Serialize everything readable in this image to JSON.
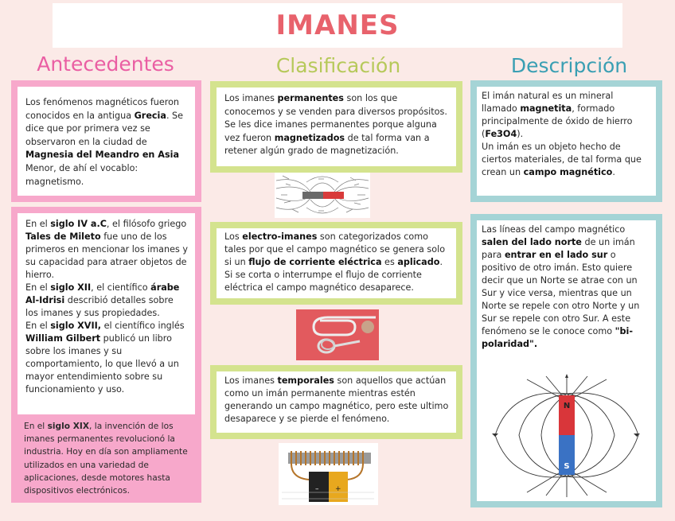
{
  "title": "IMANES",
  "colors": {
    "title": "#e8626c",
    "antecedentes": "#ea5ea3",
    "clasificacion": "#b6c95a",
    "descripcion": "#3a9fb3",
    "pink_frame": "#f7a8cb",
    "green_frame": "#d4e38e",
    "teal_frame": "#a5d4d6"
  },
  "columns": {
    "antecedentes": {
      "heading": "Antecedentes",
      "box1": {
        "t1": "Los fenómenos magnéticos fueron conocidos en la antigua ",
        "b1": "Grecia",
        "t2": ". Se dice que por primera vez se observaron en la ciudad de ",
        "b2": "Magnesia del Meandro en Asia",
        "t3": " Menor, de ahí el vocablo: magnetismo."
      },
      "box2": {
        "t1": "En el ",
        "b1": "siglo IV a.C",
        "t2": ", el filósofo griego ",
        "b2": "Tales de Mileto",
        "t3": " fue uno de los primeros en mencionar los imanes y su capacidad para atraer objetos de hierro.",
        "t4": "En el ",
        "b3": "siglo XII",
        "t5": ", el científico ",
        "b4": "árabe Al-Idrisi",
        "t6": " describió detalles sobre los imanes y sus propiedades.",
        "t7": "En el ",
        "b5": "siglo XVII,",
        "t8": " el científico inglés ",
        "b6": "William Gilbert",
        "t9": " publicó un libro sobre los imanes y su comportamiento, lo que llevó a un mayor entendimiento sobre su funcionamiento y uso."
      },
      "box3": {
        "t1": "En el ",
        "b1": "siglo XIX",
        "t2": ", la invención de los imanes permanentes revolucionó la industria. Hoy en día son ampliamente utilizados en una variedad de aplicaciones, desde motores hasta dispositivos electrónicos."
      }
    },
    "clasificacion": {
      "heading": "Clasificación",
      "box1": {
        "t1": "Los imanes ",
        "b1": "permanentes",
        "t2": " son los que conocemos y se venden para diversos propósitos. Se les dice imanes permanentes porque alguna vez fueron ",
        "b2": "magnetizados",
        "t3": " de tal forma van a retener algún grado de magnetización."
      },
      "box2": {
        "t1": "Los ",
        "b1": "electro-imanes",
        "t2": " son categorizados como tales por que el campo magnético se genera solo si un ",
        "b2": "flujo de corriente eléctrica",
        "t3": " es ",
        "b3": "aplicado",
        "t4": ".",
        "t5": "Si se corta o interrumpe el flujo de corriente eléctrica el campo magnético desaparece."
      },
      "box3": {
        "t1": "Los imanes ",
        "b1": "temporales",
        "t2": " son aquellos que actúan como un imán permanente mientras estén generando un campo magnético, pero este ultimo desaparece y se pierde el fenómeno."
      },
      "images": {
        "bar_magnet": "bar-magnet-iron-filings",
        "coil": "wire-coil-photo",
        "battery": "battery-electromagnet"
      }
    },
    "descripcion": {
      "heading": "Descripción",
      "box1": {
        "t1": "El imán natural es un mineral llamado ",
        "b1": "magnetita",
        "t2": ", formado principalmente de óxido de hierro (",
        "b2": "Fe3O4",
        "t3": ").",
        "t4": "Un imán es un objeto hecho de ciertos materiales, de tal forma que crean un ",
        "b3": "campo magnético",
        "t5": "."
      },
      "box2": {
        "t1": "Las líneas del campo magnético ",
        "b1": "salen del lado norte",
        "t2": " de un imán para ",
        "b2": "entrar en el lado sur",
        "t3": " o positivo de otro imán. Esto quiere decir que un Norte se atrae con un Sur y vice versa, mientras que un Norte se repele con otro Norte y un Sur se repele con otro Sur. A este fenómeno se le conoce como ",
        "b3": "\"bi-polaridad\".",
        "pole_n": "N",
        "pole_s": "S"
      }
    }
  }
}
